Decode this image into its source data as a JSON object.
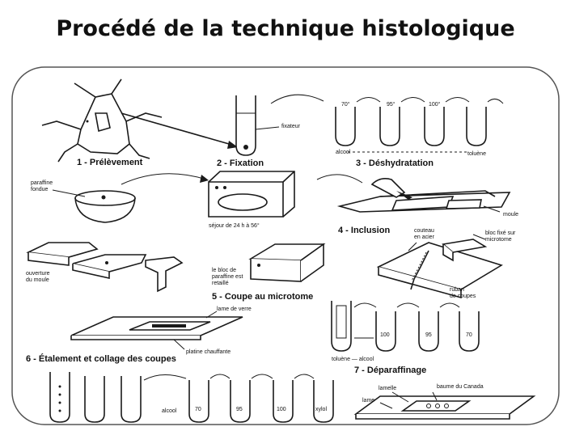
{
  "title": "Procédé  de la technique histologique",
  "steps": {
    "s1": "1 - Prélèvement",
    "s2": "2 - Fixation",
    "s3": "3 - Déshydratation",
    "s4": "4 - Inclusion",
    "s5": "5 - Coupe au microtome",
    "s6": "6 - Étalement et collage des coupes",
    "s7": "7 - Déparaffinage"
  },
  "labels": {
    "fixateur": "fixateur",
    "alcool": "alcool",
    "toluene": "toluène",
    "paraffine1": "paraffine",
    "paraffine2": "fondue",
    "sejour": "séjour de 24 h à 56°",
    "moule": "moule",
    "ouverture1": "ouverture",
    "ouverture2": "du moule",
    "bloc1": "le bloc de",
    "bloc2": "paraffine est",
    "bloc3": "retaillé",
    "couteau1": "couteau",
    "couteau2": "en acier",
    "blocfixe1": "bloc fixé sur",
    "blocfixe2": "microtome",
    "ruban1": "ruban",
    "ruban2": "de coupes",
    "lame_verre": "lame de verre",
    "platine": "platine chauffante",
    "toluene_alcool": "toluène — alcool",
    "alcool_bottom": "alcool",
    "lamelle": "lamelle",
    "baume": "baume du Canada",
    "lame": "lame"
  },
  "dehydration_tubes": [
    "70°",
    "95°",
    "100°",
    ""
  ],
  "deparaffin_tubes": [
    "",
    "100",
    "95",
    "70"
  ],
  "bottom_tubes": [
    "70",
    "95",
    "100",
    "xylol"
  ]
}
